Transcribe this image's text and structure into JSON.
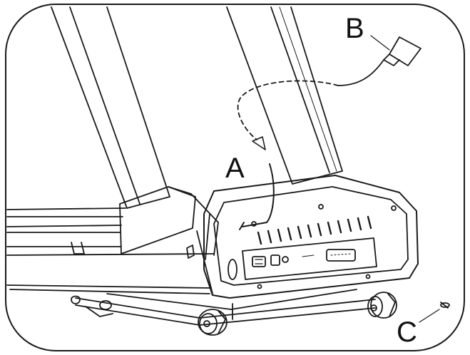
{
  "callouts": {
    "a": "A",
    "b": "B",
    "c": "C"
  },
  "colors": {
    "line": "#1a1a1a",
    "background": "#ffffff"
  },
  "icons": [
    "console-cable-plug-icon",
    "screw-icon"
  ]
}
